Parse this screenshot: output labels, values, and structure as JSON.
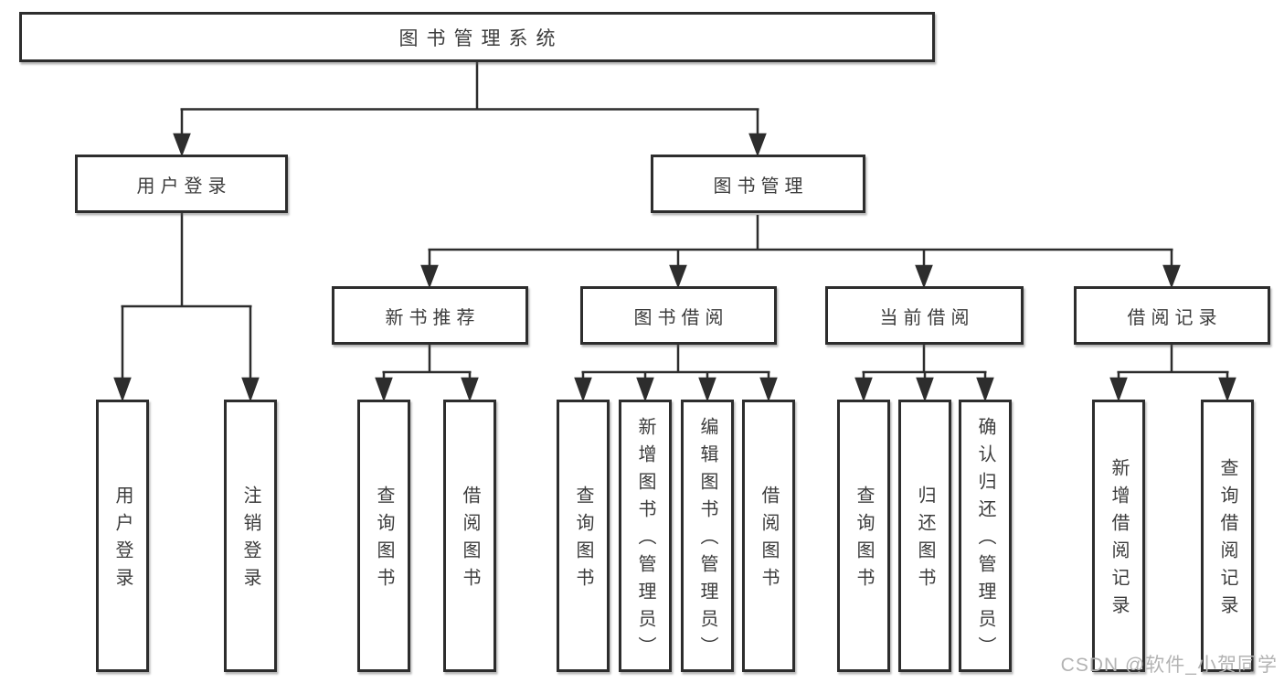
{
  "diagram": {
    "root": {
      "label": "图书管理系统"
    },
    "level2": [
      {
        "label": "用户登录",
        "children_labels": [
          "用户登录",
          "注销登录"
        ]
      },
      {
        "label": "图书管理",
        "children_labels": [
          "新书推荐",
          "图书借阅",
          "当前借阅",
          "借阅记录"
        ]
      }
    ],
    "level3": [
      {
        "label": "新书推荐",
        "children_labels": [
          "查询图书",
          "借阅图书"
        ]
      },
      {
        "label": "图书借阅",
        "children_labels": [
          "查询图书",
          "新增图书（管理员）",
          "编辑图书（管理员）",
          "借阅图书"
        ]
      },
      {
        "label": "当前借阅",
        "children_labels": [
          "查询图书",
          "归还图书",
          "确认归还（管理员）"
        ]
      },
      {
        "label": "借阅记录",
        "children_labels": [
          "新增借阅记录",
          "查询借阅记录"
        ]
      }
    ],
    "leaves": [
      {
        "label": "用户登录"
      },
      {
        "label": "注销登录"
      },
      {
        "label": "查询图书"
      },
      {
        "label": "借阅图书"
      },
      {
        "label": "查询图书"
      },
      {
        "label": "新增图书（管理员）"
      },
      {
        "label": "编辑图书（管理员）"
      },
      {
        "label": "借阅图书"
      },
      {
        "label": "查询图书"
      },
      {
        "label": "归还图书"
      },
      {
        "label": "确认归还（管理员）"
      },
      {
        "label": "新增借阅记录"
      },
      {
        "label": "查询借阅记录"
      }
    ]
  },
  "watermark": {
    "text": "CSDN @软件_小贺同学"
  },
  "colors": {
    "line": "#2d2d2d",
    "text": "#3c3c3c",
    "watermark_text": "#b3b3b3",
    "background": "#ffffff"
  }
}
